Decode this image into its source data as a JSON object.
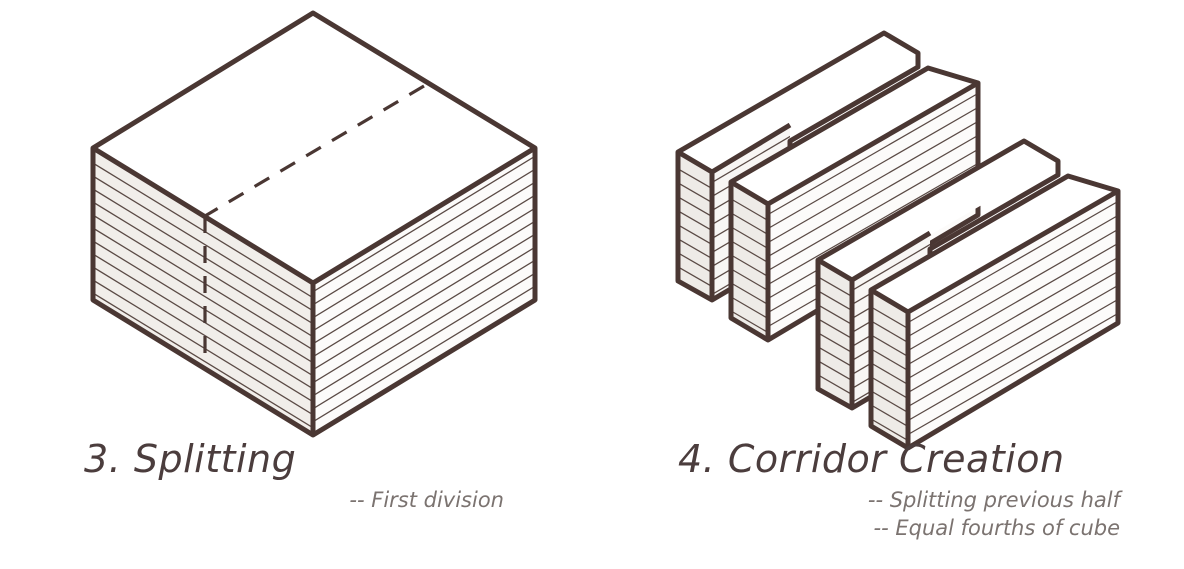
{
  "meta": {
    "background_color": "#ffffff",
    "outline_color": "#4a3733",
    "face_fill_light": "#ffffff",
    "face_fill_shade": "#eeebe8",
    "face_fill_side": "#f2efec",
    "stratum_line_color": "#5a4a45",
    "title_color": "#4b3d3d",
    "subtitle_color": "#7b7370"
  },
  "panels": [
    {
      "id": "panel-splitting",
      "title": "3. Splitting",
      "subtitles": [
        "-- First division"
      ],
      "figure": {
        "name": "isometric-layered-cube-with-split-line",
        "description": "Single layered isometric cube with a dashed division line across the top face and continuing down the front-left face",
        "layer_count": 11
      }
    },
    {
      "id": "panel-corridor-creation",
      "title": "4. Corridor Creation",
      "subtitles": [
        "-- Splitting previous half",
        "-- Equal fourths of cube"
      ],
      "figure": {
        "name": "isometric-four-slabs-with-corridors",
        "description": "Four layered isometric slabs arranged as two offset pairs, each pair separated by a narrow corridor gap",
        "slab_count": 4,
        "corridor_count": 2
      }
    }
  ]
}
